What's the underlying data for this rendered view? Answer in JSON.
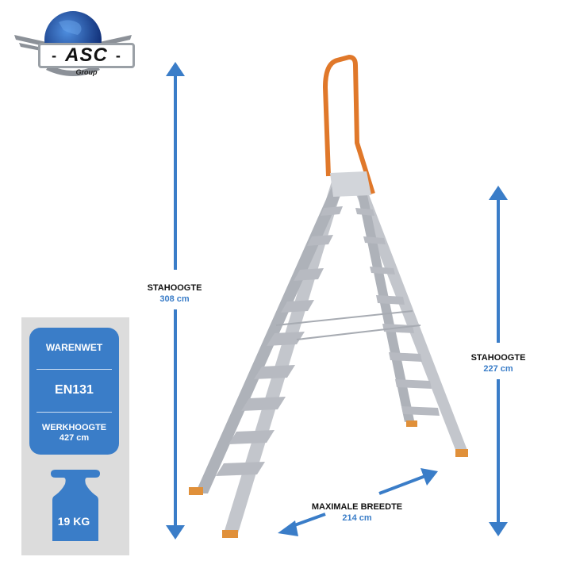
{
  "logo": {
    "main_text": "ASC",
    "sub_text": "Group",
    "dashes": "-"
  },
  "specs": {
    "standard_label": "WARENWET",
    "standard_code": "EN131",
    "working_height_label": "WERKHOOGTE",
    "working_height_value": "427 cm",
    "weight": "19 KG"
  },
  "dimensions": {
    "left_height": {
      "label": "STAHOOGTE",
      "value": "308 cm"
    },
    "right_height": {
      "label": "STAHOOGTE",
      "value": "227 cm"
    },
    "width": {
      "label": "MAXIMALE BREEDTE",
      "value": "214 cm"
    }
  },
  "colors": {
    "accent_blue": "#3a7dc8",
    "panel_grey": "#dcdcdc",
    "handrail_orange": "#e0782a",
    "ladder_silver": "#b9bcc4"
  }
}
